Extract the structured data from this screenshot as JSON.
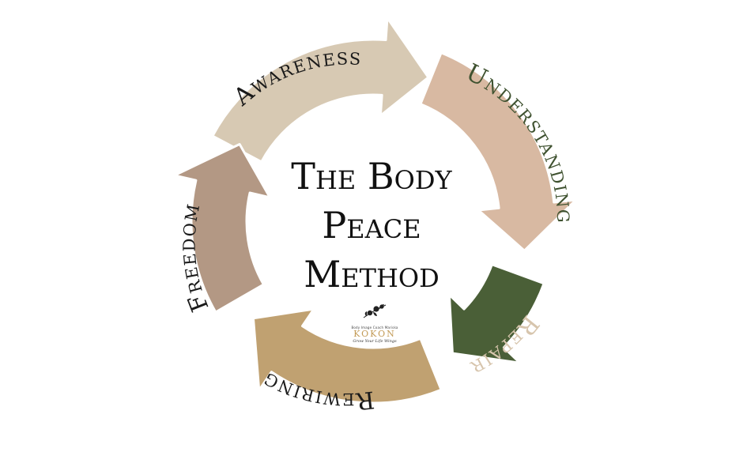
{
  "title": {
    "line1": "The Body",
    "line2": "Peace",
    "line3": "Method"
  },
  "segments": [
    {
      "label": "Awareness",
      "fill": "#d7c9b3",
      "text_color": "#1a1a1a"
    },
    {
      "label": "Understanding",
      "fill": "#d8b9a2",
      "text_color": "#3f5230"
    },
    {
      "label": "Repair",
      "fill": "#4a5f37",
      "text_color": "#d7c5ad"
    },
    {
      "label": "Rewiring",
      "fill": "#c0a171",
      "text_color": "#1a1a1a"
    },
    {
      "label": "Freedom",
      "fill": "#b39884",
      "text_color": "#1a1a1a"
    }
  ],
  "logo": {
    "icon": "flower-branch-icon",
    "tagline": "Body Image Coach Mariska",
    "name": "KOKON",
    "slogan": "Grow Your Life Wings"
  }
}
